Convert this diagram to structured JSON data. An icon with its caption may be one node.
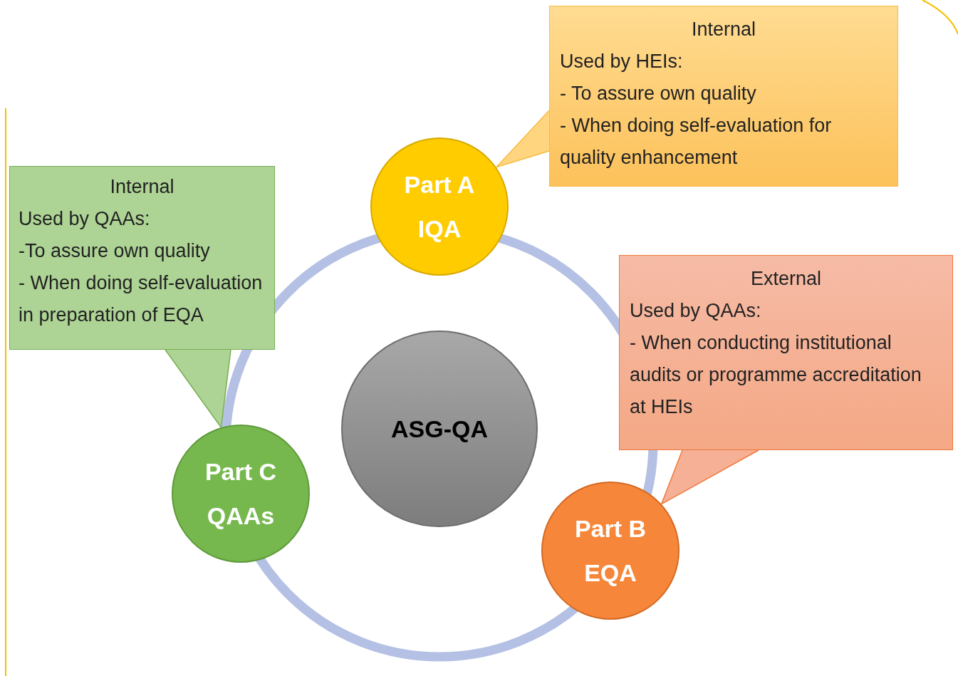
{
  "diagram": {
    "nodes": [
      {
        "text": [
          "Internal",
          "Used by HEIs:",
          "- To assure own quality",
          "- When doing self-evaluation for quality enhancement"
        ]
      },
      {
        "text": [
          "Part A",
          "IQA"
        ]
      },
      {
        "text": [
          "Internal",
          "Used by QAAs:",
          "-To assure own quality",
          "- When doing self-evaluation in preparation of EQA"
        ]
      },
      {
        "text": [
          "External",
          "Used by QAAs:",
          "- When conducting institutional audits or programme accreditation at HEIs"
        ]
      },
      {
        "text": [
          "ASG-QA"
        ]
      },
      {
        "text": [
          "Part C",
          "QAAs"
        ]
      },
      {
        "text": [
          "Part B",
          "EQA"
        ]
      }
    ]
  }
}
